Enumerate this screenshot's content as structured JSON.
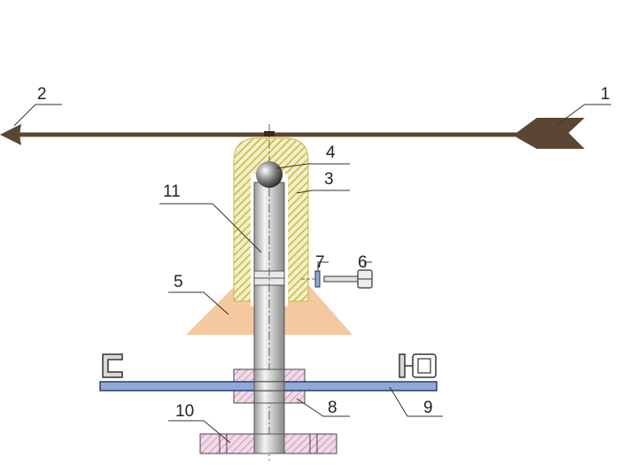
{
  "diagram": {
    "callouts": [
      {
        "id": "1",
        "label": "1"
      },
      {
        "id": "2",
        "label": "2"
      },
      {
        "id": "3",
        "label": "3"
      },
      {
        "id": "4",
        "label": "4"
      },
      {
        "id": "5",
        "label": "5"
      },
      {
        "id": "6",
        "label": "6"
      },
      {
        "id": "7",
        "label": "7"
      },
      {
        "id": "8",
        "label": "8"
      },
      {
        "id": "9",
        "label": "9"
      },
      {
        "id": "10",
        "label": "10"
      },
      {
        "id": "11",
        "label": "11"
      }
    ],
    "colors": {
      "arrow": "#5a4632",
      "housing_hatch": "#c8b84a",
      "cone": "#f5c9a0",
      "plate": "#8fa9d8",
      "flange": "#d9a9c8",
      "shaft": "#cfcfcf",
      "lines": "#333333"
    }
  }
}
